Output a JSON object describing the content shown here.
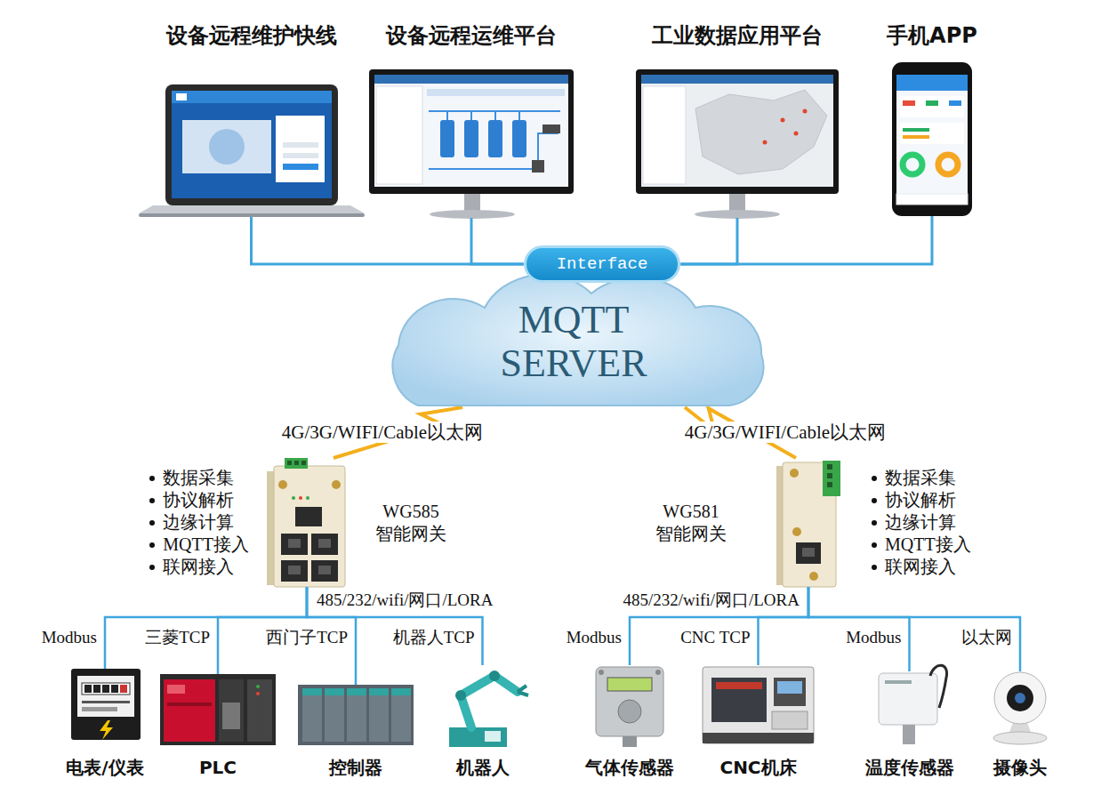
{
  "diagram": {
    "nodes": [
      {
        "text": [
          "设备远程维护快线"
        ]
      },
      {
        "text": [
          "设备远程运维平台"
        ]
      },
      {
        "text": [
          "工业数据应用平台"
        ]
      },
      {
        "text": [
          "手机APP"
        ]
      },
      {
        "text": [
          "Interface"
        ]
      },
      {
        "text": [
          "MQTT SERVER"
        ]
      },
      {
        "text": [
          "数据采集",
          "协议解析",
          "边缘计算",
          "MQTT接入",
          "联网接入",
          "WG585 智能网关"
        ]
      },
      {
        "text": [
          "WG581 智能网关",
          "数据采集",
          "协议解析",
          "边缘计算",
          "MQTT接入",
          "联网接入"
        ]
      },
      {
        "text": [
          "电表/仪表"
        ]
      },
      {
        "text": [
          "PLC"
        ]
      },
      {
        "text": [
          "控制器"
        ]
      },
      {
        "text": [
          "机器人"
        ]
      },
      {
        "text": [
          "气体传感器"
        ]
      },
      {
        "text": [
          "CNC机床"
        ]
      },
      {
        "text": [
          "温度传感器"
        ]
      },
      {
        "text": [
          "摄像头"
        ]
      }
    ],
    "edges": [
      {
        "from": 0,
        "to": 4,
        "arrow": "none"
      },
      {
        "from": 1,
        "to": 4,
        "arrow": "none"
      },
      {
        "from": 2,
        "to": 4,
        "arrow": "none"
      },
      {
        "from": 3,
        "to": 4,
        "arrow": "none"
      },
      {
        "from": 5,
        "to": 6,
        "label": "4G/3G/WIFI/Cable以太网",
        "arrow": "none"
      },
      {
        "from": 5,
        "to": 7,
        "label": "4G/3G/WIFI/Cable以太网",
        "arrow": "none"
      },
      {
        "from": 6,
        "to": 8,
        "label": "Modbus",
        "arrow": "none"
      },
      {
        "from": 6,
        "to": 9,
        "label": "三菱TCP",
        "arrow": "none"
      },
      {
        "from": 6,
        "to": 10,
        "label": "西门子TCP",
        "arrow": "none"
      },
      {
        "from": 6,
        "to": 11,
        "label": "机器人TCP",
        "arrow": "none"
      },
      {
        "from": 7,
        "to": 12,
        "label": "Modbus",
        "arrow": "none"
      },
      {
        "from": 7,
        "to": 13,
        "label": "CNC TCP",
        "arrow": "none"
      },
      {
        "from": 7,
        "to": 14,
        "label": "Modbus",
        "arrow": "none"
      },
      {
        "from": 7,
        "to": 15,
        "label": "以太网",
        "arrow": "none"
      }
    ],
    "labels": [
      "485/232/wifi/网口/LORA",
      "485/232/wifi/网口/LORA"
    ]
  }
}
